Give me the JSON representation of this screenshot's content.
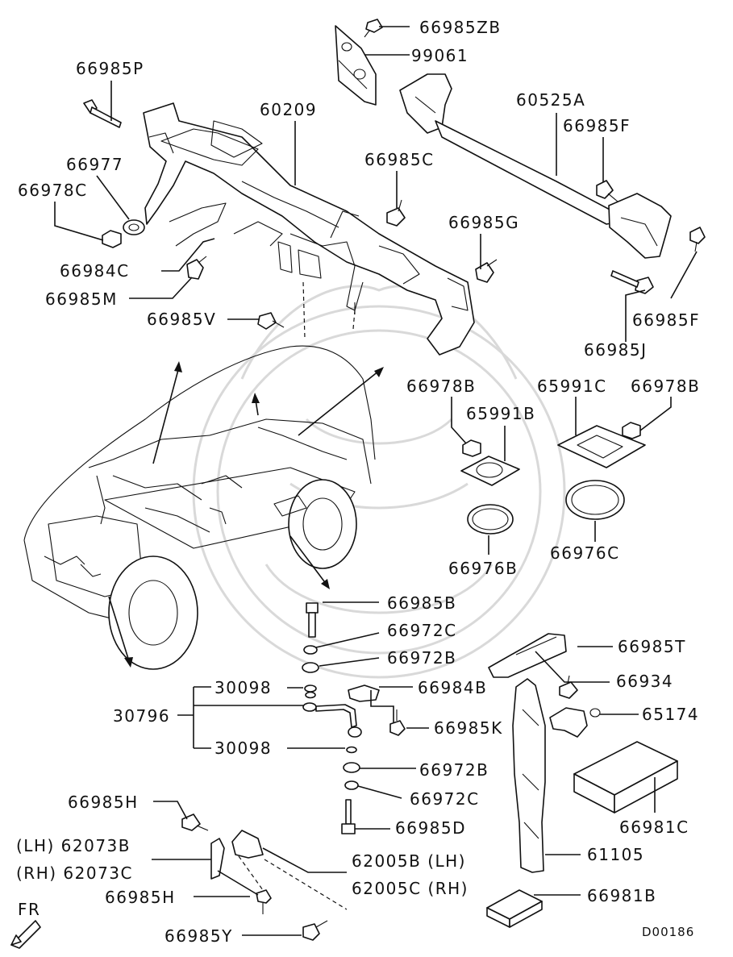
{
  "title": "",
  "reference_code": "D00186",
  "orientation_label": "FR",
  "part_labels": {
    "p66985ZB": "66985ZB",
    "p99061": "99061",
    "p66985P": "66985P",
    "p60209": "60209",
    "p60525A": "60525A",
    "p66985F_top": "66985F",
    "p66977": "66977",
    "p66978C": "66978C",
    "p66985C": "66985C",
    "p66985G": "66985G",
    "p66984C": "66984C",
    "p66985M": "66985M",
    "p66985V": "66985V",
    "p66985F_bottom": "66985F",
    "p66985J": "66985J",
    "p66978B_left": "66978B",
    "p65991C": "65991C",
    "p66978B_right": "66978B",
    "p65991B": "65991B",
    "p66976B": "66976B",
    "p66976C": "66976C",
    "p66985B": "66985B",
    "p66972C_top": "66972C",
    "p66972B_top": "66972B",
    "p66985T": "66985T",
    "p66934": "66934",
    "p30098_top": "30098",
    "p66984B": "66984B",
    "p30796": "30796",
    "p66985K": "66985K",
    "p65174": "65174",
    "p30098_bottom": "30098",
    "p66972B_bottom": "66972B",
    "p66972C_bottom": "66972C",
    "p66985H_top": "66985H",
    "p66985D": "66985D",
    "p66981C": "66981C",
    "p62073B": "(LH) 62073B",
    "p62073C": "(RH) 62073C",
    "p62005B": "62005B (LH)",
    "p62005C": "62005C (RH)",
    "p61105": "61105",
    "p66985H_bottom": "66985H",
    "p66981B": "66981B",
    "p66985Y": "66985Y"
  }
}
